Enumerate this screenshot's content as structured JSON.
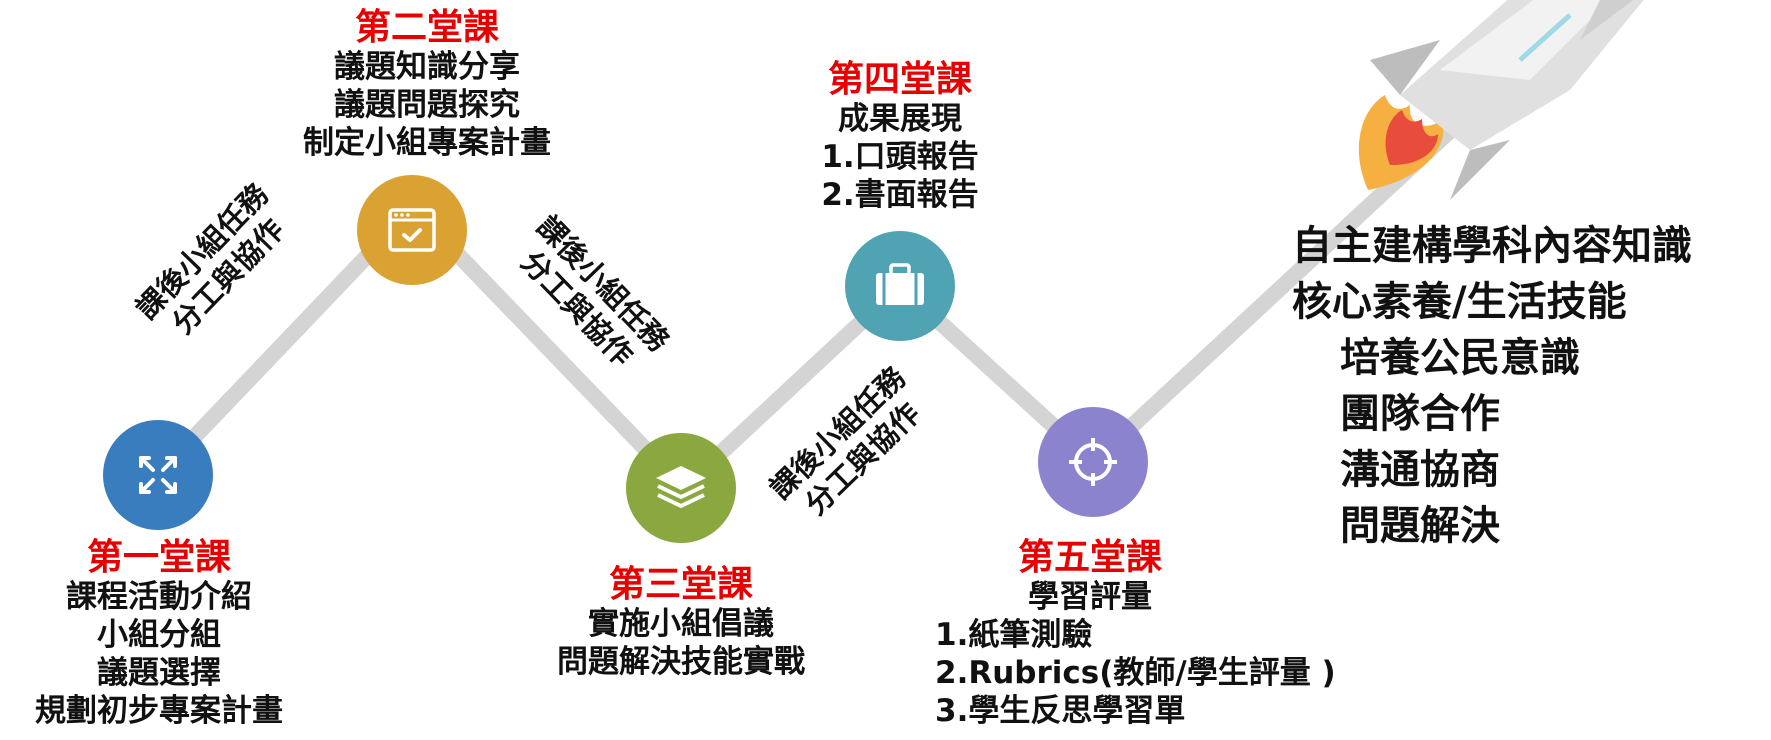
{
  "lessons": [
    {
      "title": "第一堂課",
      "lines": [
        "課程活動介紹",
        "小組分組",
        "議題選擇",
        "規劃初步專案計畫"
      ],
      "icon": "expand-arrows-icon",
      "color": "#3a7dbf"
    },
    {
      "title": "第二堂課",
      "lines": [
        "議題知識分享",
        "議題問題探究",
        "制定小組專案計畫"
      ],
      "icon": "browser-check-icon",
      "color": "#d9a233"
    },
    {
      "title": "第三堂課",
      "lines": [
        "實施小組倡議",
        "問題解決技能實戰"
      ],
      "icon": "layers-icon",
      "color": "#8aa83f"
    },
    {
      "title": "第四堂課",
      "lines": [
        "成果展現",
        "1.口頭報告",
        "2.書面報告"
      ],
      "icon": "briefcase-icon",
      "color": "#4fa3b3"
    },
    {
      "title": "第五堂課",
      "lines": [
        "學習評量",
        "1.紙筆測驗",
        "2.Rubrics(教師/學生評量 )",
        "3.學生反思學習單"
      ],
      "icon": "crosshair-icon",
      "color": "#8c83cf"
    }
  ],
  "between": [
    {
      "line1": "課後小組任務",
      "line2": "分工與協作"
    },
    {
      "line1": "課後小組任務",
      "line2": "分工與協作"
    },
    {
      "line1": "課後小組任務",
      "line2": "分工與協作"
    }
  ],
  "outcomes": [
    "自主建構學科內容知識",
    "核心素養/生活技能",
    "培養公民意識",
    "團隊合作",
    "溝通協商",
    "問題解決"
  ],
  "colors": {
    "title_red": "#e60000",
    "path_gray": "#d4d4d4",
    "rocket_body": "#e6e6e6",
    "flame_orange": "#f5b041",
    "flame_red": "#e74c3c"
  }
}
